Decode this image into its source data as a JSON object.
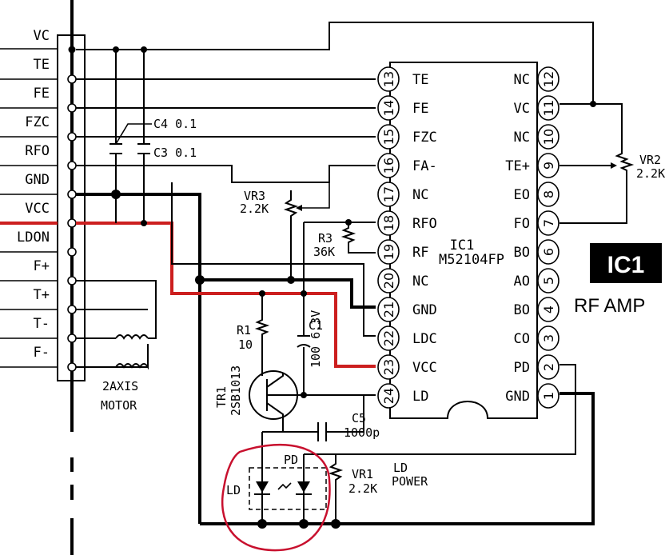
{
  "connector": {
    "labels": [
      "VC",
      "TE",
      "FE",
      "FZC",
      "RFO",
      "GND",
      "VCC",
      "LDON",
      "F+",
      "T+",
      "T-",
      "F-"
    ]
  },
  "ic": {
    "name": "IC1",
    "part": "M52104FP",
    "function": "RF AMP",
    "left_pins": [
      {
        "num": "13",
        "name": "TE"
      },
      {
        "num": "14",
        "name": "FE"
      },
      {
        "num": "15",
        "name": "FZC"
      },
      {
        "num": "16",
        "name": "FA-"
      },
      {
        "num": "17",
        "name": "NC"
      },
      {
        "num": "18",
        "name": "RFO"
      },
      {
        "num": "19",
        "name": "RF"
      },
      {
        "num": "20",
        "name": "NC"
      },
      {
        "num": "21",
        "name": "GND"
      },
      {
        "num": "22",
        "name": "LDC"
      },
      {
        "num": "23",
        "name": "VCC"
      },
      {
        "num": "24",
        "name": "LD"
      }
    ],
    "right_pins": [
      {
        "num": "12",
        "name": "NC"
      },
      {
        "num": "11",
        "name": "VC"
      },
      {
        "num": "10",
        "name": "NC"
      },
      {
        "num": "9",
        "name": "TE+"
      },
      {
        "num": "8",
        "name": "EO"
      },
      {
        "num": "7",
        "name": "FO"
      },
      {
        "num": "6",
        "name": "BO"
      },
      {
        "num": "5",
        "name": "AO"
      },
      {
        "num": "4",
        "name": "BO"
      },
      {
        "num": "3",
        "name": "CO"
      },
      {
        "num": "2",
        "name": "PD"
      },
      {
        "num": "1",
        "name": "GND"
      }
    ]
  },
  "components": {
    "c4": "C4 0.1",
    "c3": "C3 0.1",
    "vr3_name": "VR3",
    "vr3_value": "2.2K",
    "r3_name": "R3",
    "r3_value": "36K",
    "r1_name": "R1",
    "r1_value": "10",
    "c1_value": "100 6.3V",
    "c1_name": "C1",
    "tr1_name": "TR1",
    "tr1_part": "2SB1013",
    "c5_name": "C5",
    "c5_value": "1000p",
    "vr1_name": "VR1",
    "vr1_value": "2.2K",
    "vr1_label1": "LD",
    "vr1_label2": "POWER",
    "vr2_name": "VR2",
    "vr2_value": "2.2K",
    "motor1": "2AXIS",
    "motor2": "MOTOR",
    "ld_label": "LD",
    "pd_label": "PD"
  },
  "colors": {
    "vcc_trace": "#cc1f1f",
    "highlight_circle": "#c8102e",
    "ic_badge": "#000000"
  }
}
